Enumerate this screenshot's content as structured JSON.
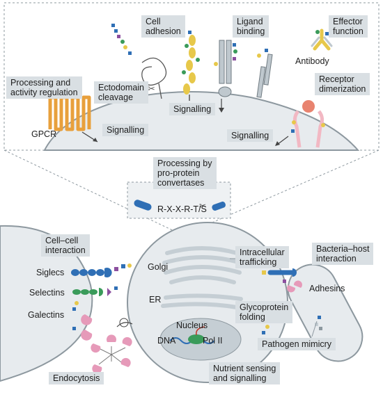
{
  "colors": {
    "cell_fill": "#e7ebee",
    "cell_stroke": "#8d989f",
    "organelle": "#c5ced4",
    "label_bg": "#d9dfe3",
    "blue_glycan": "#2f6fb5",
    "yellow_glycan": "#e7c84a",
    "green_glycan": "#3a9b5a",
    "purple_glycan": "#8c4f9f",
    "pink_lectin": "#e69ab9",
    "receptor_pink": "#f2b8c3",
    "gpcr_orange": "#e8a03c"
  },
  "labels": {
    "processing_activity": "Processing and\nactivity regulation",
    "ectodomain": "Ectodomain\ncleavage",
    "cell_adhesion": "Cell\nadhesion",
    "ligand_binding": "Ligand\nbinding",
    "effector": "Effector\nfunction",
    "antibody": "Antibody",
    "receptor_dim": "Receptor\ndimerization",
    "gpcr": "GPCR",
    "signalling_1": "Signalling",
    "signalling_2": "Signalling",
    "signalling_3": "Signalling",
    "proprotein": "Processing by\npro-protein\nconvertases",
    "motif": "R-X-X-R-T/S",
    "cell_cell": "Cell–cell\ninteraction",
    "siglecs": "Siglecs",
    "selectins": "Selectins",
    "galectins": "Galectins",
    "golgi": "Golgi",
    "er": "ER",
    "nucleus": "Nucleus",
    "dna": "DNA",
    "pol2": "Pol II",
    "intracellular": "Intracellular\ntrafficking",
    "glycoprotein": "Glycoprotein\nfolding",
    "bacteria_host": "Bacteria–host\ninteraction",
    "adhesins": "Adhesins",
    "pathogen": "Pathogen mimicry",
    "nutrient": "Nutrient sensing\nand signalling",
    "endocytosis": "Endocytosis"
  }
}
